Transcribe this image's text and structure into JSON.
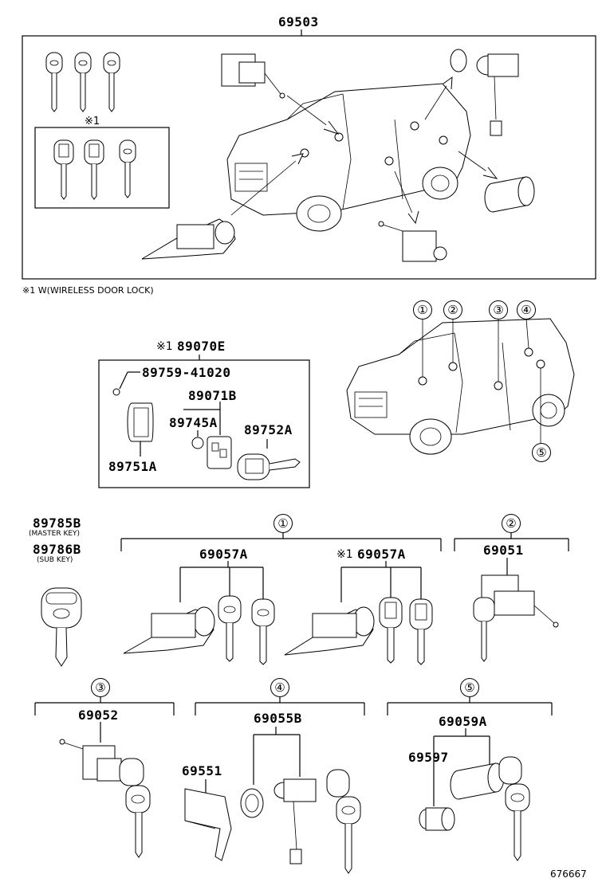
{
  "header_part": "69503",
  "footnote": "※1 W(WIRELESS DOOR LOCK)",
  "top_box": {
    "marker": "※1"
  },
  "kit": {
    "prefix": "※1",
    "number": "89070E",
    "screw": "89759-41020",
    "transmitter": "89071B",
    "battery": "89745A",
    "case": "89751A",
    "key": "89752A"
  },
  "locations": {
    "c1": "①",
    "c2": "②",
    "c3": "③",
    "c4": "④",
    "c5": "⑤"
  },
  "keys": {
    "master": "89785B",
    "master_note": "(MASTER KEY)",
    "sub": "89786B",
    "sub_note": "(SUB KEY)"
  },
  "group1": {
    "circle": "①",
    "left_part": "69057A",
    "right_prefix": "※1",
    "right_part": "69057A"
  },
  "group2": {
    "circle": "②",
    "part": "69051"
  },
  "group3": {
    "circle": "③",
    "part": "69052"
  },
  "group4": {
    "circle": "④",
    "part": "69055B",
    "sub_part": "69551"
  },
  "group5": {
    "circle": "⑤",
    "part": "69059A",
    "sub_part": "69597"
  },
  "diagram_id": "676667"
}
